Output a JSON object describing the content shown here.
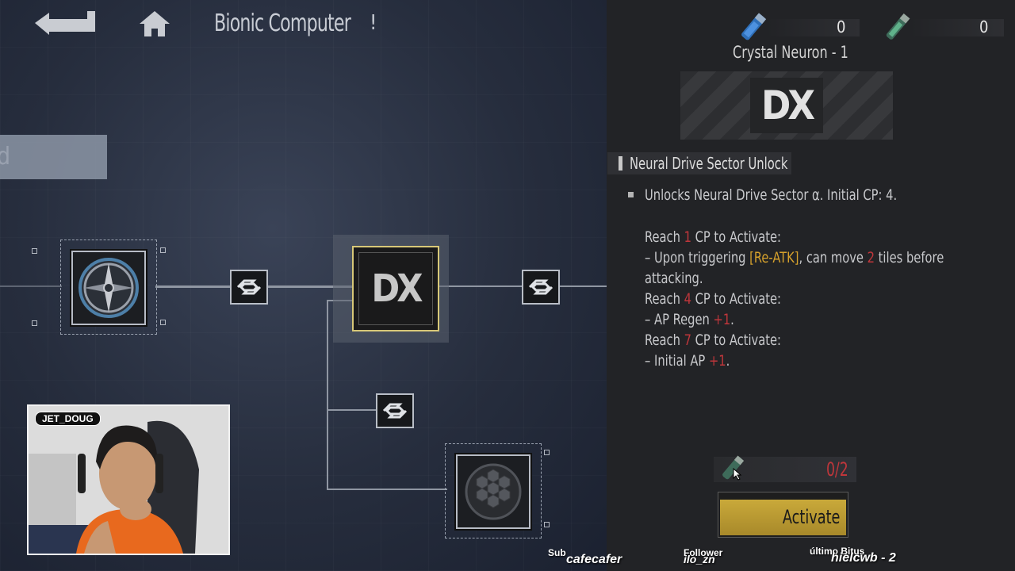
{
  "header": {
    "title": "Bionic Computer",
    "info_mark": "!"
  },
  "side_tab_text": "d",
  "resources": [
    {
      "icon": "blue-vial-icon",
      "count": "0"
    },
    {
      "icon": "green-vial-icon",
      "count": "0"
    }
  ],
  "panel": {
    "item_title": "Crystal Neuron - 1",
    "dx_badge": "DX",
    "section_title": "Neural Drive Sector Unlock",
    "unlock_line": "Unlocks Neural Drive Sector α. Initial CP: 4.",
    "tiers": [
      {
        "reach_pre": "Reach ",
        "cp": "1",
        "reach_post": " CP to Activate:"
      },
      {
        "reach_pre": "Reach ",
        "cp": "4",
        "reach_post": " CP to Activate:"
      },
      {
        "reach_pre": "Reach ",
        "cp": "7",
        "reach_post": " CP to Activate:"
      }
    ],
    "effect1_pre": "– Upon triggering ",
    "effect1_tag": "[Re-ATK]",
    "effect1_mid": ", can move ",
    "effect1_num": "2",
    "effect1_post": " tiles before",
    "effect1_cont": "attacking.",
    "effect2_pre": "– AP Regen ",
    "effect2_val": "+1",
    "effect2_post": ".",
    "effect3_pre": "– Initial AP ",
    "effect3_val": "+1",
    "effect3_post": ".",
    "cost": "0/2",
    "activate_label": "Activate"
  },
  "graph": {
    "center_node_label": "DX"
  },
  "webcam": {
    "name_tag": "JET_DOUG"
  },
  "stream_overlay": {
    "sub_label": "Sub",
    "sub_value": "cafecafer",
    "follower_label": "Follower",
    "follower_value": "ilo_zn",
    "last_label": "último Bitus",
    "last_value": "hielcwb - 2"
  },
  "colors": {
    "accent_gold": "#c9a93a",
    "highlight_red": "#c0363b",
    "tag_gold": "#d6a12c"
  }
}
